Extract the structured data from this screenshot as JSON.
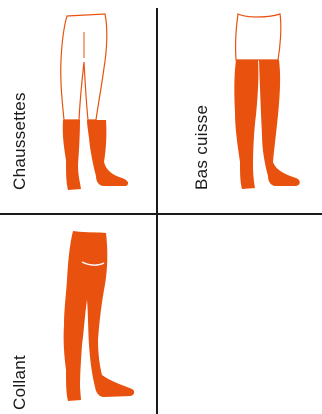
{
  "accent_color": "#E8520E",
  "outline_color": "#E8520E",
  "options": [
    {
      "label": "Chaussettes",
      "icon": "knee-high-socks-legs-icon"
    },
    {
      "label": "Bas cuisse",
      "icon": "thigh-high-stockings-legs-icon"
    },
    {
      "label": "Collant",
      "icon": "pantyhose-legs-icon"
    }
  ]
}
